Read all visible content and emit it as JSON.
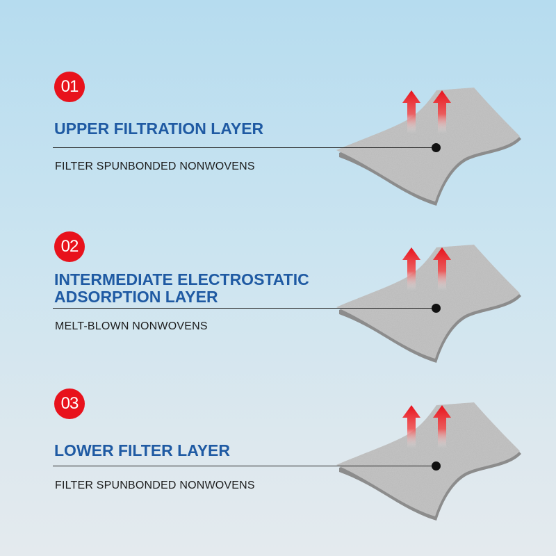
{
  "layers": [
    {
      "number": "01",
      "title": "UPPER FILTRATION LAYER",
      "material": "FILTER SPUNBONDED NONWOVENS"
    },
    {
      "number": "02",
      "title": "INTERMEDIATE ELECTROSTATIC ADSORPTION LAYER",
      "material": "MELT-BLOWN NONWOVENS"
    },
    {
      "number": "03",
      "title": "LOWER FILTER LAYER",
      "material": "FILTER SPUNBONDED NONWOVENS"
    }
  ],
  "colors": {
    "badge": "#e8121c",
    "title": "#1f5aa3",
    "arrow": "#e8121c",
    "fabric": "#a9a9a9"
  },
  "icons": [
    "airflow-arrow-icon",
    "fabric-sheet-icon",
    "pointer-dot-icon"
  ]
}
